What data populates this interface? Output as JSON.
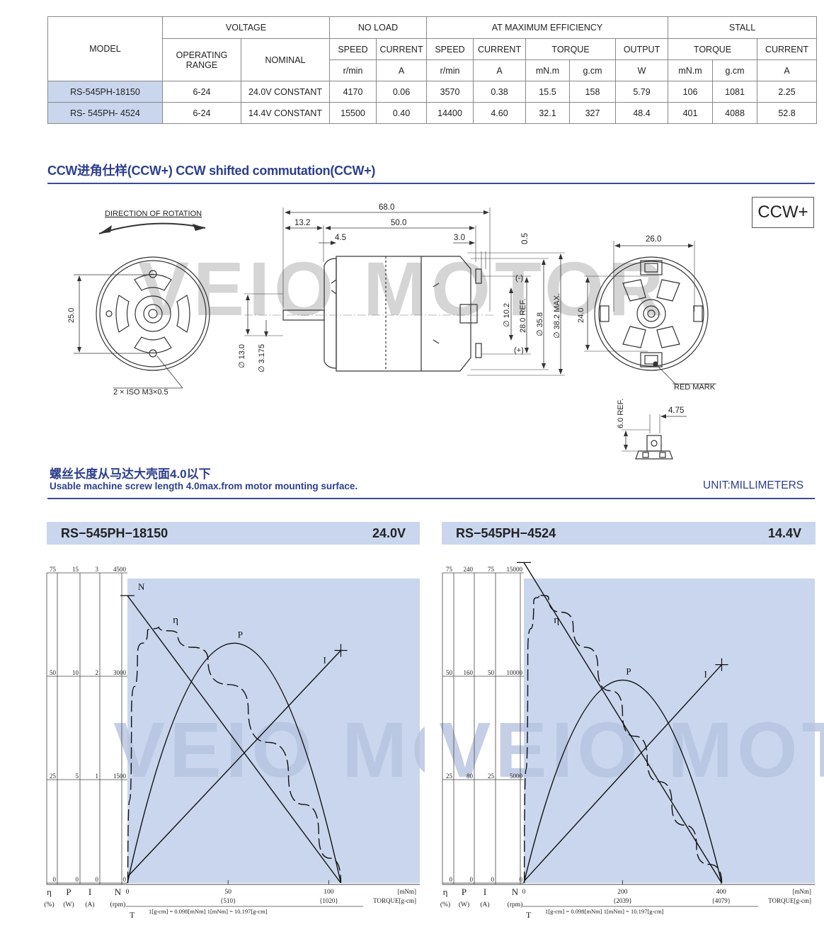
{
  "table": {
    "headers": {
      "model": "MODEL",
      "voltage": "VOLTAGE",
      "no_load": "NO LOAD",
      "max_eff": "AT MAXIMUM EFFICIENCY",
      "stall": "STALL",
      "operating_range": "OPERATING RANGE",
      "nominal": "NOMINAL",
      "speed": "SPEED",
      "current": "CURRENT",
      "torque": "TORQUE",
      "output": "OUTPUT",
      "unit_rmin": "r/min",
      "unit_a": "A",
      "unit_mnm": "mN.m",
      "unit_gcm": "g.cm",
      "unit_w": "W"
    },
    "rows": [
      {
        "model": "RS-545PH-18150",
        "range": "6-24",
        "nominal": "24.0V CONSTANT",
        "nl_speed": "4170",
        "nl_current": "0.06",
        "me_speed": "3570",
        "me_current": "0.38",
        "me_torque_mnm": "15.5",
        "me_torque_gcm": "158",
        "me_output": "5.79",
        "st_torque_mnm": "106",
        "st_torque_gcm": "1081",
        "st_current": "2.25"
      },
      {
        "model": "RS- 545PH- 4524",
        "range": "6-24",
        "nominal": "14.4V CONSTANT",
        "nl_speed": "15500",
        "nl_current": "0.40",
        "me_speed": "14400",
        "me_current": "4.60",
        "me_torque_mnm": "32.1",
        "me_torque_gcm": "327",
        "me_output": "48.4",
        "st_torque_mnm": "401",
        "st_torque_gcm": "4088",
        "st_current": "52.8"
      }
    ]
  },
  "section_title": "CCW进角仕样(CCW+)  CCW shifted commutation(CCW+)",
  "ccw_label": "CCW+",
  "drawing": {
    "direction_label": "DIRECTION OF ROTATION",
    "screw_label": "2 × ISO M3×0.5",
    "red_mark": "RED MARK",
    "watermark": "VEIO MOTOR",
    "dims": {
      "d68": "68.0",
      "d13_2": "13.2",
      "d50": "50.0",
      "d4_5": "4.5",
      "d3_0": "3.0",
      "d0_5": "0.5",
      "d25": "25.0",
      "d13": "∅ 13.0",
      "d3_175": "∅ 3.175",
      "d10_2": "∅ 10.2",
      "d28": "28.0 REF.",
      "d35_8": "∅ 35.8",
      "d38_2": "∅ 38.2 MAX.",
      "d26": "26.0",
      "d24": "24.0",
      "d6_ref": "6.0 REF.",
      "d4_75": "4.75",
      "minus": "(-)",
      "plus": "(+)"
    }
  },
  "screw_note_cn": "螺丝长度从马达大壳面4.0以下",
  "screw_note_en": "Usable machine screw length 4.0max.from motor mounting surface.",
  "unit_label": "UNIT:MILLIMETERS",
  "charts": [
    {
      "model": "RS−545PH−18150",
      "voltage": "24.0V",
      "chart_data": {
        "type": "line",
        "x_label": "TORQUE[g-cm]",
        "x_unit": "[mNm]",
        "x_ticks_mnm": [
          "0",
          "50",
          "100"
        ],
        "x_ticks_gcm": [
          "{510}",
          "{1020}"
        ],
        "x_range_mnm": [
          0,
          106
        ],
        "axes": {
          "eta": {
            "label": "η",
            "unit": "(%)",
            "ticks": [
              "0",
              "25",
              "50",
              "75"
            ],
            "range": [
              0,
              75
            ]
          },
          "P": {
            "label": "P",
            "unit": "(W)",
            "ticks": [
              "0",
              "5",
              "10",
              "15"
            ],
            "range": [
              0,
              15
            ]
          },
          "I": {
            "label": "I",
            "unit": "(A)",
            "ticks": [
              "0",
              "1",
              "2",
              "3"
            ],
            "range": [
              0,
              3
            ]
          },
          "N": {
            "label": "N",
            "unit": "(rpm)",
            "ticks": [
              "0",
              "1500",
              "3000",
              "4500"
            ],
            "range": [
              0,
              4500
            ]
          }
        },
        "series": [
          {
            "name": "N",
            "axis": "N",
            "x": [
              0,
              106
            ],
            "y": [
              4170,
              0
            ]
          },
          {
            "name": "I",
            "axis": "I",
            "x": [
              0,
              106
            ],
            "y": [
              0.06,
              2.25
            ]
          },
          {
            "name": "P",
            "axis": "P",
            "x": [
              0,
              53,
              106
            ],
            "y": [
              0,
              11.6,
              0
            ]
          },
          {
            "name": "η",
            "axis": "eta",
            "x": [
              0.2,
              2,
              5,
              10,
              15.5,
              25,
              40,
              60,
              80,
              95,
              106
            ],
            "y": [
              0,
              40,
              55,
              61,
              62,
              60,
              54,
              42,
              26,
              12,
              0
            ]
          }
        ]
      }
    },
    {
      "model": "RS−545PH−4524",
      "voltage": "14.4V",
      "chart_data": {
        "type": "line",
        "x_label": "TORQUE[g-cm]",
        "x_unit": "[mNm]",
        "x_ticks_mnm": [
          "0",
          "200",
          "400"
        ],
        "x_ticks_gcm": [
          "{2039}",
          "{4079}"
        ],
        "x_range_mnm": [
          0,
          401
        ],
        "axes": {
          "eta": {
            "label": "η",
            "unit": "(%)",
            "ticks": [
              "0",
              "25",
              "50",
              "75"
            ],
            "range": [
              0,
              75
            ]
          },
          "P": {
            "label": "P",
            "unit": "(W)",
            "ticks": [
              "0",
              "80",
              "160",
              "240"
            ],
            "range": [
              0,
              240
            ]
          },
          "I": {
            "label": "I",
            "unit": "(A)",
            "ticks": [
              "0",
              "25",
              "50",
              "75"
            ],
            "range": [
              0,
              75
            ]
          },
          "N": {
            "label": "N",
            "unit": "(rpm)",
            "ticks": [
              "0",
              "5000",
              "10000",
              "15000"
            ],
            "range": [
              0,
              15000
            ]
          }
        },
        "series": [
          {
            "name": "N",
            "axis": "N",
            "x": [
              0,
              401
            ],
            "y": [
              15500,
              0
            ]
          },
          {
            "name": "I",
            "axis": "I",
            "x": [
              0,
              401
            ],
            "y": [
              0.4,
              52.8
            ]
          },
          {
            "name": "P",
            "axis": "P",
            "x": [
              0,
              200,
              401
            ],
            "y": [
              0,
              157,
              0
            ]
          },
          {
            "name": "η",
            "axis": "eta",
            "x": [
              1,
              8,
              20,
              32,
              50,
              100,
              150,
              200,
              250,
              300,
              350,
              401
            ],
            "y": [
              0,
              55,
              68,
              70,
              69,
              62,
              52,
              41,
              30,
              19,
              9,
              0
            ]
          }
        ]
      }
    }
  ],
  "conversion_note": "1[g-cm] = 0.098[mNm]   1[mNm] = 10.197[g-cm]",
  "t_label": "T"
}
